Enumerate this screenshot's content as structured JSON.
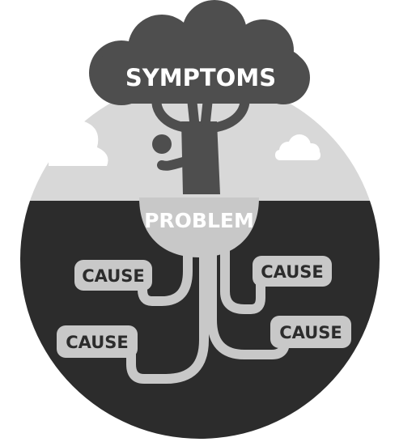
{
  "diagram": {
    "crown_label": "SYMPTOMS",
    "trunk_label": "PROBLEM",
    "roots": [
      {
        "label": "CAUSE"
      },
      {
        "label": "CAUSE"
      },
      {
        "label": "CAUSE"
      },
      {
        "label": "CAUSE"
      }
    ]
  },
  "colors": {
    "background": "#ffffff",
    "sky": "#d8d8d8",
    "ground": "#2c2c2c",
    "tree": "#4e4e4e",
    "light_gray": "#c8c8c8",
    "cloud": "#ffffff",
    "label_text_light": "#ffffff",
    "label_text_dark": "#2c2c2c"
  }
}
